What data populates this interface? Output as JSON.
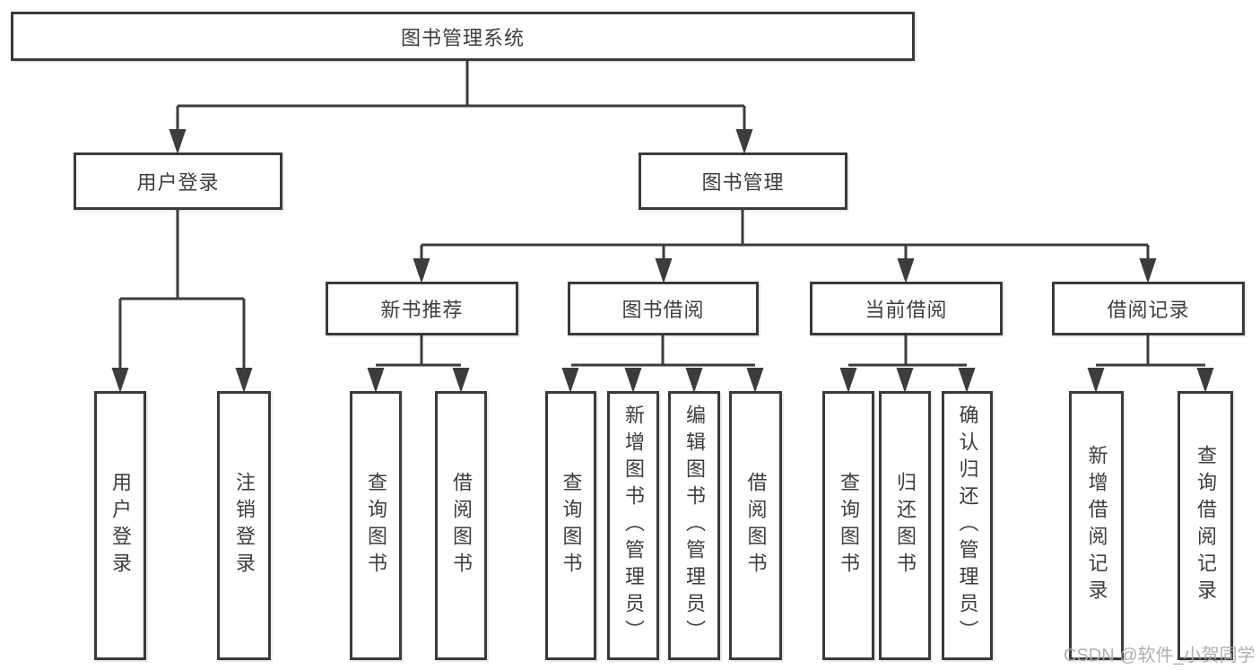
{
  "colors": {
    "line": "#3c3c3c",
    "box_border": "#3a3a3a",
    "box_fill": "#ffffff",
    "text": "#3d3d3d",
    "watermark_text": "#a9a9a9"
  },
  "diagram": {
    "root": {
      "label": "图书管理系统"
    },
    "branches": [
      {
        "label": "用户登录",
        "children": [
          {
            "label": "用户登录"
          },
          {
            "label": "注销登录"
          }
        ]
      },
      {
        "label": "图书管理",
        "children": [
          {
            "label": "新书推荐",
            "children": [
              {
                "label": "查询图书"
              },
              {
                "label": "借阅图书"
              }
            ]
          },
          {
            "label": "图书借阅",
            "children": [
              {
                "label": "查询图书"
              },
              {
                "label": "新增图书（管理员）"
              },
              {
                "label": "编辑图书（管理员）"
              },
              {
                "label": "借阅图书"
              }
            ]
          },
          {
            "label": "当前借阅",
            "children": [
              {
                "label": "查询图书"
              },
              {
                "label": "归还图书"
              },
              {
                "label": "确认归还（管理员）"
              }
            ]
          },
          {
            "label": "借阅记录",
            "children": [
              {
                "label": "新增借阅记录"
              },
              {
                "label": "查询借阅记录"
              }
            ]
          }
        ]
      }
    ]
  },
  "watermark": {
    "text": "CSDN @软件_小贺同学"
  }
}
